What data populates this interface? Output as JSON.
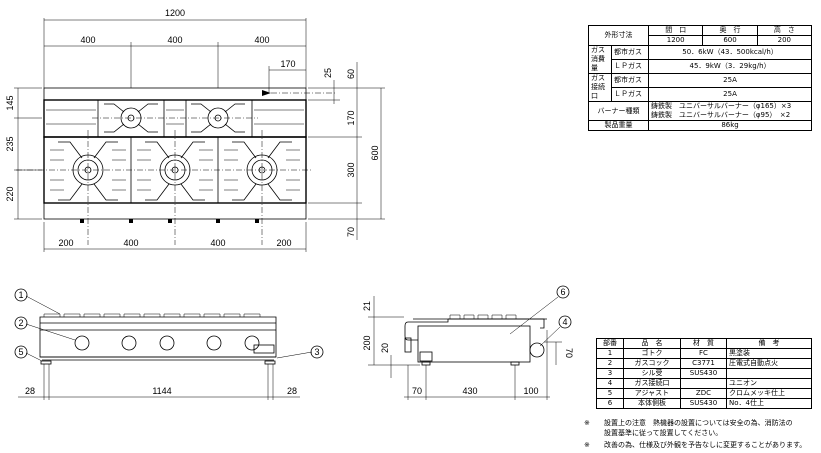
{
  "top_view": {
    "dims_top": {
      "overall": "1200",
      "seg1": "400",
      "seg2": "400",
      "seg3": "400",
      "offset": "170"
    },
    "dims_bottom": [
      "200",
      "400",
      "400",
      "200"
    ],
    "dims_left": [
      "145",
      "235",
      "220"
    ],
    "dims_right": {
      "d25": "25",
      "d60": "60",
      "d170": "170",
      "d300": "300",
      "d600": "600",
      "d70": "70"
    }
  },
  "front_view": {
    "dims": [
      "28",
      "1144",
      "28"
    ],
    "callouts": [
      "1",
      "2",
      "3",
      "5"
    ]
  },
  "side_view": {
    "dims": {
      "d21": "21",
      "d200": "200",
      "d20": "20",
      "d70": "70",
      "b70": "70",
      "b430": "430",
      "b100": "100"
    },
    "callouts": [
      "6",
      "4"
    ]
  },
  "spec_table": {
    "label_dims": "外形寸法",
    "headers": [
      "間　口",
      "奥　行",
      "高　さ"
    ],
    "dims": [
      "1200",
      "600",
      "200"
    ],
    "gas_consumption_label": "ガス消費量",
    "gas_connection_label": "ガス接続口",
    "city_gas": "都市ガス",
    "lp_gas": "ＬＰガス",
    "consumption_city": "50．6kW（43．500kcal/h）",
    "consumption_lp": "45．9kW（3．29kg/h）",
    "connection_city": "25A",
    "connection_lp": "25A",
    "burner_label": "バーナー種類",
    "burner_1": "鋳鉄製　ユニバーサルバーナー（φ165）×3",
    "burner_2": "鋳鉄製　ユニバーサルバーナー（φ95）　×2",
    "weight_label": "製品重量",
    "weight": "86kg"
  },
  "parts_table": {
    "headers": [
      "部番",
      "品　名",
      "材　質",
      "備　考"
    ],
    "rows": [
      {
        "no": "1",
        "name": "ゴトク",
        "material": "FC",
        "note": "黒塗装"
      },
      {
        "no": "2",
        "name": "ガスコック",
        "material": "C3771",
        "note": "圧電式自動点火"
      },
      {
        "no": "3",
        "name": "シル受",
        "material": "SUS430",
        "note": ""
      },
      {
        "no": "4",
        "name": "ガス接続口",
        "material": "",
        "note": "ユニオン"
      },
      {
        "no": "5",
        "name": "アジャスト",
        "material": "ZDC",
        "note": "クロムメッキ仕上"
      },
      {
        "no": "6",
        "name": "本体側板",
        "material": "SUS430",
        "note": "No．4仕上"
      }
    ]
  },
  "notes": {
    "mark": "※",
    "note1_line1": "設置上の注意　熱機器の設置については安全の為、消防法の",
    "note1_line2": "設置基準に従って設置してください。",
    "note2": "改善の為、仕様及び外観を予告なしに変更することがあります。"
  }
}
